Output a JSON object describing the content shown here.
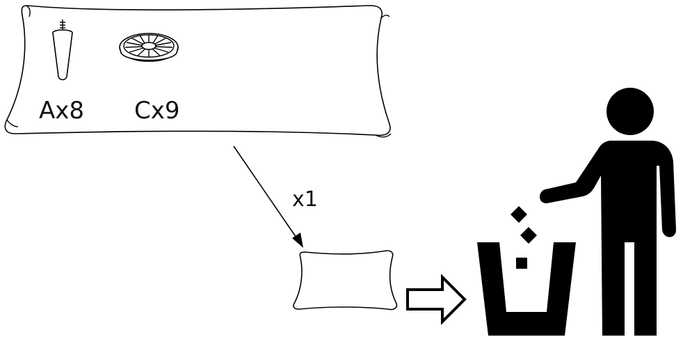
{
  "parts": [
    {
      "icon": "furniture-leg-icon",
      "label": "Ax8"
    },
    {
      "icon": "wheel-disc-icon",
      "label": "Cx9"
    }
  ],
  "transfer": {
    "quantity_label": "x1"
  },
  "disposal": {
    "arrow_icon": "outline-arrow-right-icon",
    "trash_icon": "trash-bin-icon",
    "person_icon": "person-disposing-icon"
  },
  "colors": {
    "ink": "#000000",
    "paper": "#ffffff"
  }
}
